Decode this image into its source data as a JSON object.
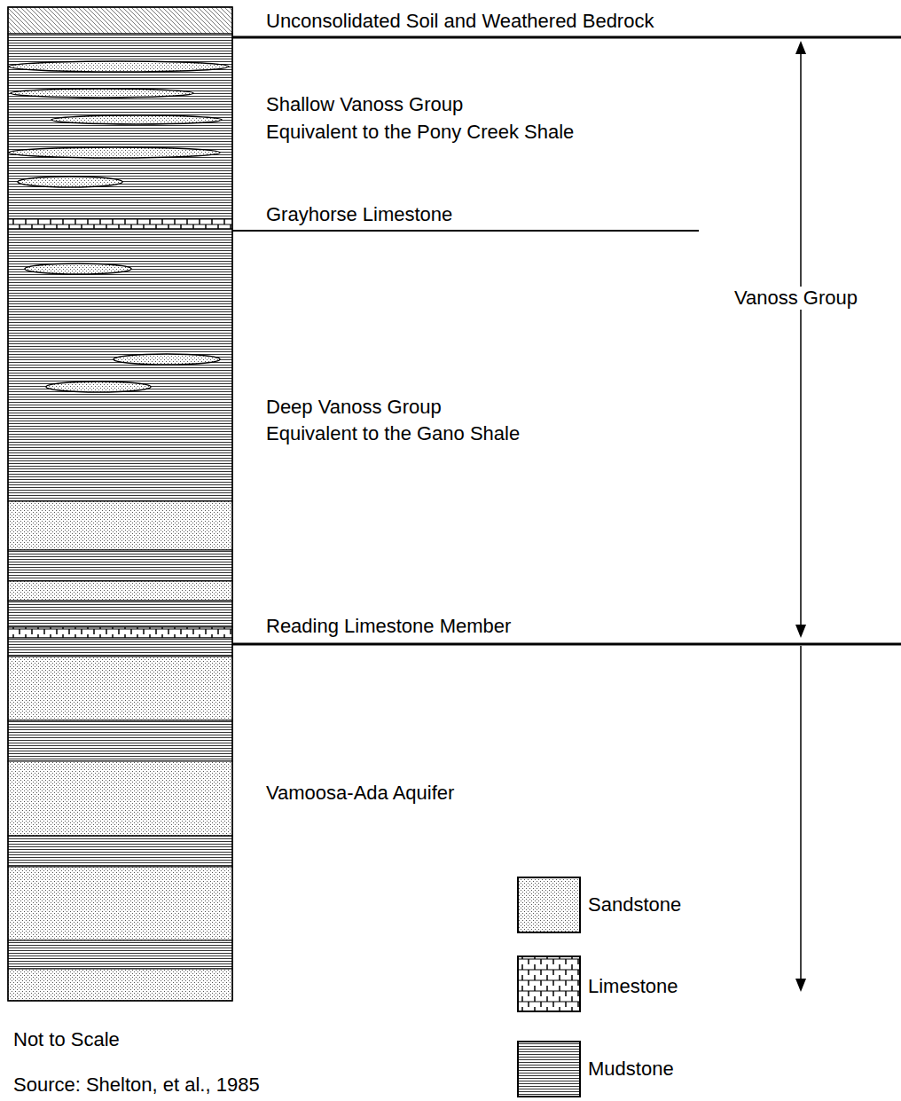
{
  "diagram": {
    "labels": [
      "Unconsolidated Soil and Weathered Bedrock",
      "Shallow Vanoss Group",
      "Equivalent to the Pony Creek Shale",
      "Grayhorse Limestone",
      "Vanoss Group",
      "Deep Vanoss Group",
      "Equivalent to the Gano Shale",
      "Reading Limestone Member",
      "Vamoosa-Ada Aquifer",
      "Not to Scale",
      "Source: Shelton, et al., 1985"
    ],
    "legend": [
      {
        "text": "Sandstone"
      },
      {
        "text": "Limestone"
      },
      {
        "text": "Mudstone"
      }
    ]
  }
}
